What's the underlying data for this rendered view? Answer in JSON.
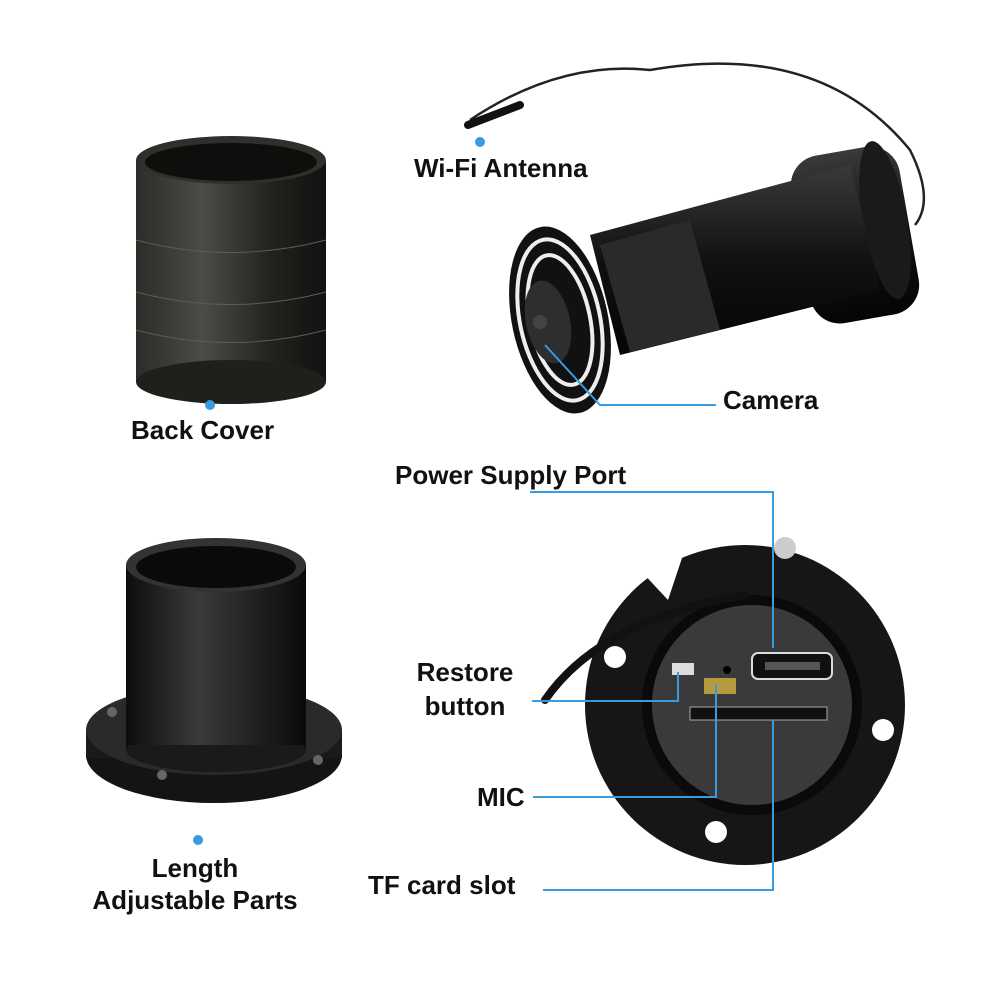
{
  "labels": {
    "wifi_antenna": "Wi-Fi Antenna",
    "back_cover": "Back Cover",
    "camera": "Camera",
    "power_supply_port": "Power Supply Port",
    "restore_button_line1": "Restore",
    "restore_button_line2": "button",
    "mic": "MIC",
    "tf_card_slot": "TF card slot",
    "length_line1": "Length",
    "length_line2": "Adjustable Parts"
  },
  "colors": {
    "callout": "#3a9be0",
    "text": "#111111",
    "metal": "#1c1c1c"
  }
}
